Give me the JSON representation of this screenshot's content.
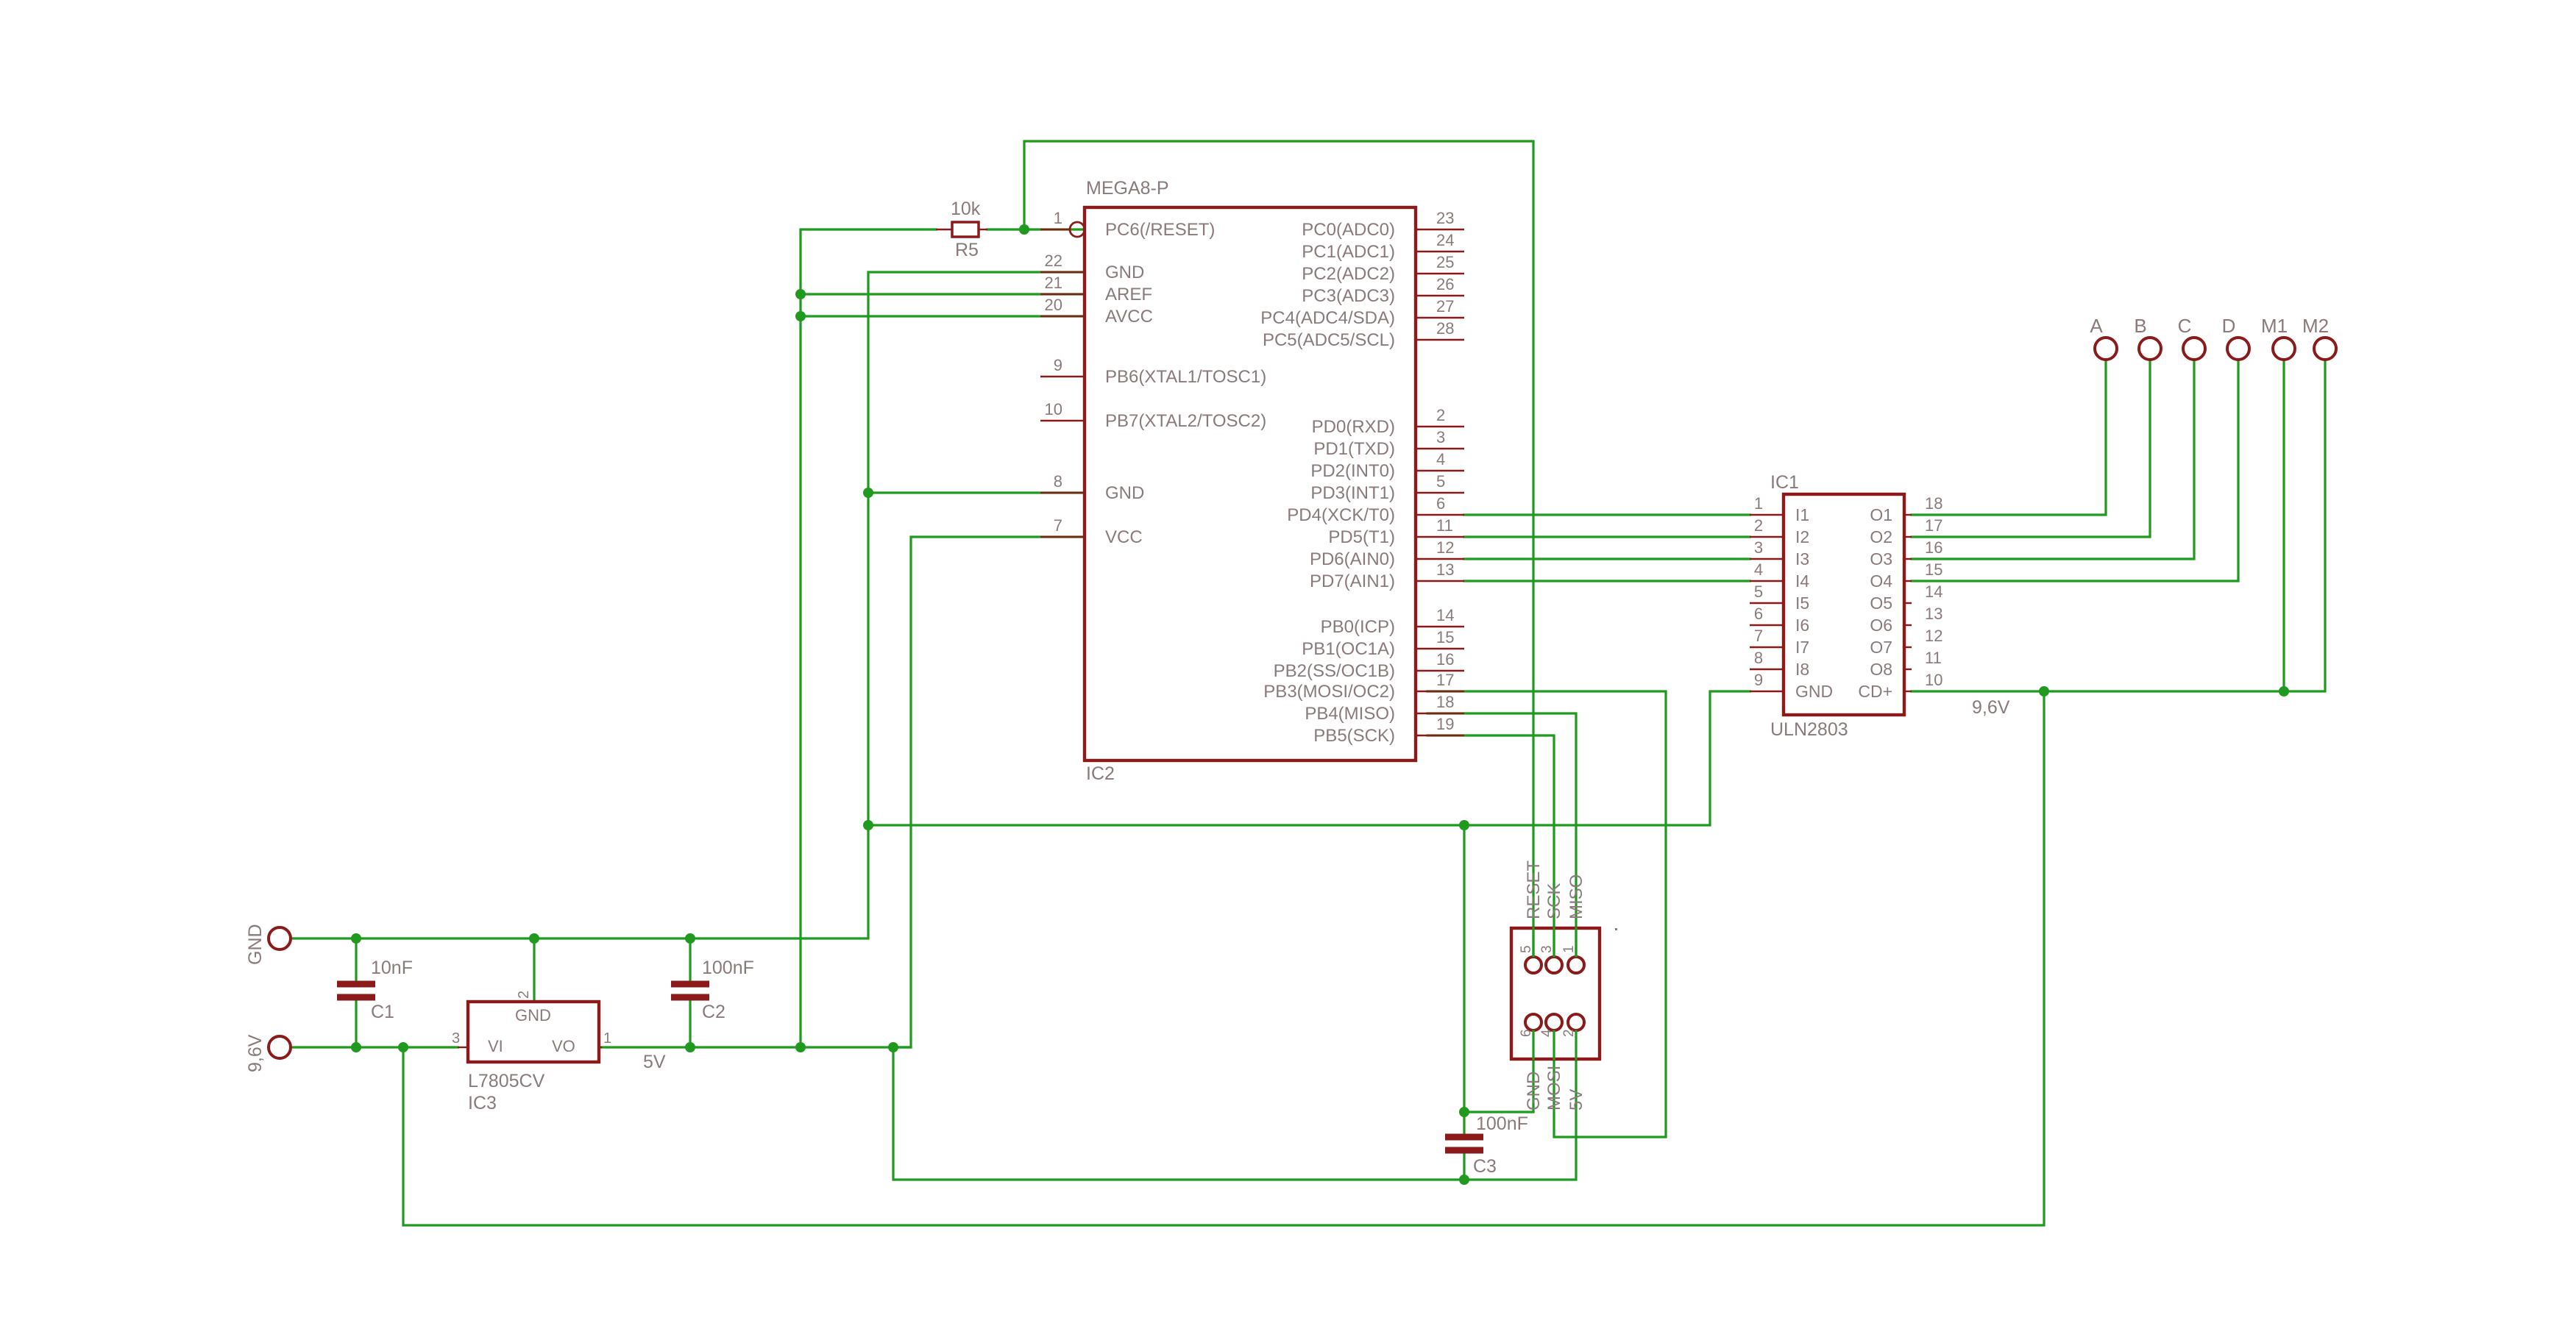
{
  "ic2": {
    "value": "MEGA8-P",
    "name": "IC2",
    "left_pins": [
      {
        "num": "1",
        "label": "PC6(/RESET)"
      },
      {
        "num": "22",
        "label": "GND"
      },
      {
        "num": "21",
        "label": "AREF"
      },
      {
        "num": "20",
        "label": "AVCC"
      },
      {
        "num": "9",
        "label": "PB6(XTAL1/TOSC1)"
      },
      {
        "num": "10",
        "label": "PB7(XTAL2/TOSC2)"
      },
      {
        "num": "8",
        "label": "GND"
      },
      {
        "num": "7",
        "label": "VCC"
      }
    ],
    "right_pins": [
      {
        "num": "23",
        "label": "PC0(ADC0)"
      },
      {
        "num": "24",
        "label": "PC1(ADC1)"
      },
      {
        "num": "25",
        "label": "PC2(ADC2)"
      },
      {
        "num": "26",
        "label": "PC3(ADC3)"
      },
      {
        "num": "27",
        "label": "PC4(ADC4/SDA)"
      },
      {
        "num": "28",
        "label": "PC5(ADC5/SCL)"
      },
      {
        "num": "2",
        "label": "PD0(RXD)"
      },
      {
        "num": "3",
        "label": "PD1(TXD)"
      },
      {
        "num": "4",
        "label": "PD2(INT0)"
      },
      {
        "num": "5",
        "label": "PD3(INT1)"
      },
      {
        "num": "6",
        "label": "PD4(XCK/T0)"
      },
      {
        "num": "11",
        "label": "PD5(T1)"
      },
      {
        "num": "12",
        "label": "PD6(AIN0)"
      },
      {
        "num": "13",
        "label": "PD7(AIN1)"
      },
      {
        "num": "14",
        "label": "PB0(ICP)"
      },
      {
        "num": "15",
        "label": "PB1(OC1A)"
      },
      {
        "num": "16",
        "label": "PB2(SS/OC1B)"
      },
      {
        "num": "17",
        "label": "PB3(MOSI/OC2)"
      },
      {
        "num": "18",
        "label": "PB4(MISO)"
      },
      {
        "num": "19",
        "label": "PB5(SCK)"
      }
    ]
  },
  "ic1": {
    "name": "IC1",
    "value": "ULN2803",
    "left_pins": [
      {
        "num": "1",
        "label": "I1"
      },
      {
        "num": "2",
        "label": "I2"
      },
      {
        "num": "3",
        "label": "I3"
      },
      {
        "num": "4",
        "label": "I4"
      },
      {
        "num": "5",
        "label": "I5"
      },
      {
        "num": "6",
        "label": "I6"
      },
      {
        "num": "7",
        "label": "I7"
      },
      {
        "num": "8",
        "label": "I8"
      },
      {
        "num": "9",
        "label": "GND"
      }
    ],
    "right_pins": [
      {
        "num": "18",
        "label": "O1"
      },
      {
        "num": "17",
        "label": "O2"
      },
      {
        "num": "16",
        "label": "O3"
      },
      {
        "num": "15",
        "label": "O4"
      },
      {
        "num": "14",
        "label": "O5"
      },
      {
        "num": "13",
        "label": "O6"
      },
      {
        "num": "12",
        "label": "O7"
      },
      {
        "num": "11",
        "label": "O8"
      },
      {
        "num": "10",
        "label": "CD+"
      }
    ]
  },
  "ic3": {
    "name": "IC3",
    "value": "L7805CV",
    "gnd_label": "GND",
    "gnd_pin": "2",
    "vi_label": "VI",
    "vi_pin": "3",
    "vo_label": "VO",
    "vo_pin": "1"
  },
  "resistor": {
    "name": "R5",
    "value": "10k"
  },
  "capacitors": [
    {
      "name": "C1",
      "value": "10nF"
    },
    {
      "name": "C2",
      "value": "100nF"
    },
    {
      "name": "C3",
      "value": "100nF"
    }
  ],
  "power_terminals": [
    {
      "label": "GND"
    },
    {
      "label": "9,6V"
    }
  ],
  "output_terminals": [
    "A",
    "B",
    "C",
    "D",
    "M1",
    "M2"
  ],
  "isp": {
    "top_pin_numbers": [
      "5",
      "3",
      "1"
    ],
    "bottom_pin_numbers": [
      "6",
      "4",
      "2"
    ],
    "top_signals": [
      "RESET",
      "SCK",
      "MISO"
    ],
    "bottom_signals": [
      "GND",
      "MOSI",
      "5V"
    ]
  },
  "net_labels": {
    "v5": "5V",
    "v96": "9,6V"
  },
  "colors": {
    "wire": "#1f9a1f",
    "component": "#8b1a1a",
    "text": "#8a7a7a",
    "background": "#ffffff"
  }
}
